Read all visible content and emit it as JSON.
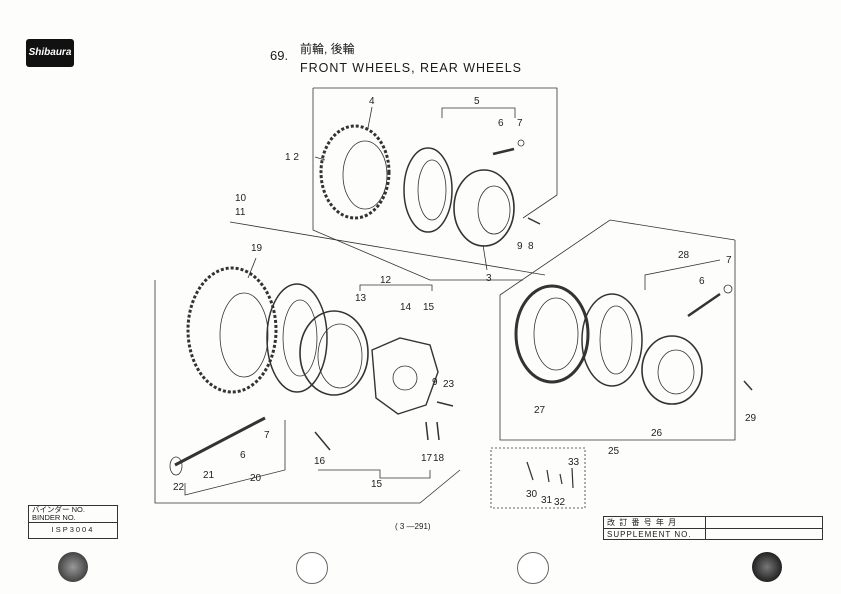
{
  "header": {
    "logo_text": "Shibaura",
    "section_number": "69.",
    "title_jp": "前輪, 後輪",
    "title_en": "FRONT WHEELS, REAR WHEELS"
  },
  "callouts": {
    "c1_2": "1 2",
    "c3": "3",
    "c4": "4",
    "c5": "5",
    "c6": "6",
    "c7": "7",
    "c9": "9",
    "c8": "8",
    "c10": "10",
    "c11": "11",
    "c19": "19",
    "c12": "12",
    "c13": "13",
    "c14": "14",
    "c15a": "15",
    "c9b": "9",
    "c23": "23",
    "c7b": "7",
    "c21": "21",
    "c6b": "6",
    "c20": "20",
    "c22": "22",
    "c16": "16",
    "c17": "17",
    "c18": "18",
    "c15b": "15",
    "c28": "28",
    "c6c": "6",
    "c7c": "7",
    "c27": "27",
    "c26": "26",
    "c29": "29",
    "c25": "25",
    "c33": "33",
    "c30": "30",
    "c31": "31",
    "c32": "32"
  },
  "binder": {
    "line1": "バインダー NO.",
    "line2": "BINDER NO.",
    "number": "ISP3004"
  },
  "page_ref": "( 3 —291)",
  "supplement": {
    "line1": "改 訂 番 号 年 月",
    "line2": "SUPPLEMENT NO."
  }
}
